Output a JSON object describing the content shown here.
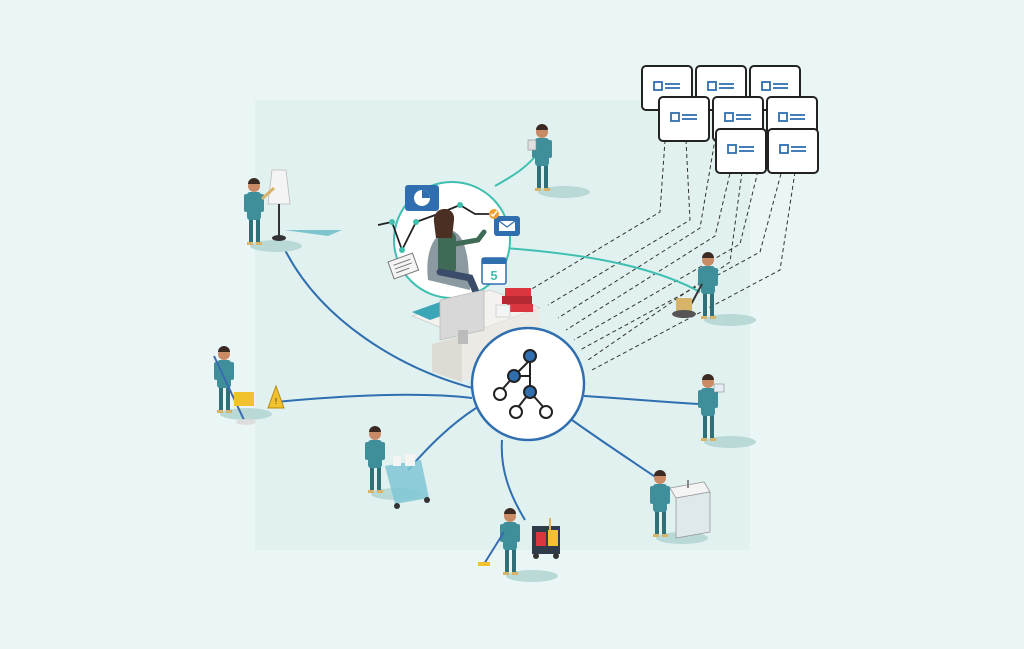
{
  "colors": {
    "background": "#eaf6f5",
    "panel": "#e1f1f0",
    "hub_line": "#2f6fb0",
    "manager_line": "#3fbfb0",
    "scrub": "#3f8f9a",
    "scrub_dark": "#2e6f78",
    "skin": "#c98a66",
    "hair": "#3a2a22",
    "shadow": "#b9d9d7",
    "card_border": "#222222",
    "card_icon": "#2f6fb0",
    "desk": "#eceae5",
    "books": "#d9363e",
    "app_blue": "#2f6fb0"
  },
  "hub": {
    "icon": "hierarchy-tree-icon"
  },
  "manager": {
    "icons": [
      "pie-chart-icon",
      "mail-icon",
      "calendar-icon",
      "document-icon",
      "checkmark-icon"
    ],
    "calendar_day": "5"
  },
  "tasks": {
    "count": 8,
    "icon": "task-card-icon"
  },
  "workers": [
    {
      "role": "worker-dusting"
    },
    {
      "role": "worker-tablet"
    },
    {
      "role": "worker-floor-polisher"
    },
    {
      "role": "worker-mopping"
    },
    {
      "role": "worker-reading"
    },
    {
      "role": "worker-trolley"
    },
    {
      "role": "worker-sweeping"
    },
    {
      "role": "worker-sink"
    }
  ]
}
